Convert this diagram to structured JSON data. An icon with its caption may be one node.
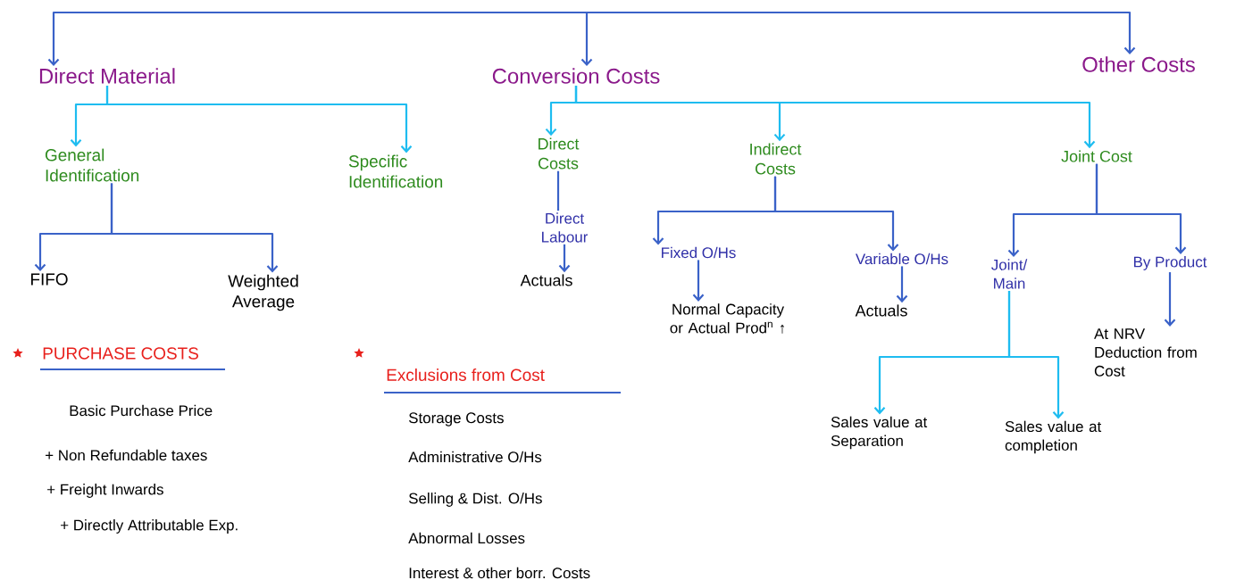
{
  "diagram": {
    "nodes": [
      {
        "text": [
          "Direct Material"
        ]
      },
      {
        "text": [
          "Conversion Costs"
        ]
      },
      {
        "text": [
          "Other Costs"
        ]
      },
      {
        "text": [
          "General Identification"
        ]
      },
      {
        "text": [
          "Specific Identification"
        ]
      },
      {
        "text": [
          "FIFO"
        ]
      },
      {
        "text": [
          "Weighted Average"
        ]
      },
      {
        "text": [
          "Direct Costs"
        ]
      },
      {
        "text": [
          "Indirect Costs"
        ]
      },
      {
        "text": [
          "Joint Cost"
        ]
      },
      {
        "text": [
          "Direct Labour"
        ]
      },
      {
        "text": [
          "Actuals"
        ]
      },
      {
        "text": [
          "Fixed O/Hs"
        ]
      },
      {
        "text": [
          "Variable O/Hs"
        ]
      },
      {
        "text": [
          "Normal Capacity or Actual Prod$^{n}$ ↑"
        ]
      },
      {
        "text": [
          "Actuals"
        ]
      },
      {
        "text": [
          "Joint/ Main"
        ]
      },
      {
        "text": [
          "By Product"
        ]
      },
      {
        "text": [
          "At NRV Deduction from Cost"
        ]
      },
      {
        "text": [
          "Sales value at Separation"
        ]
      },
      {
        "text": [
          "Sales value at completion"
        ]
      }
    ],
    "edges": [
      {
        "from": null,
        "to": 0,
        "arrow": "to"
      },
      {
        "from": null,
        "to": 1,
        "arrow": "to"
      },
      {
        "from": null,
        "to": 2,
        "arrow": "to"
      },
      {
        "from": 0,
        "to": 3,
        "arrow": "to",
        "color": "#1ebcf0"
      },
      {
        "from": 0,
        "to": 4,
        "arrow": "to",
        "color": "#1ebcf0"
      },
      {
        "from": 3,
        "to": 5,
        "arrow": "to"
      },
      {
        "from": 3,
        "to": 6,
        "arrow": "to"
      },
      {
        "from": 1,
        "to": 7,
        "arrow": "to",
        "color": "#1ebcf0"
      },
      {
        "from": 1,
        "to": 8,
        "arrow": "to",
        "color": "#1ebcf0"
      },
      {
        "from": 1,
        "to": 9,
        "arrow": "to",
        "color": "#1ebcf0"
      },
      {
        "from": 7,
        "to": 10,
        "arrow": "none"
      },
      {
        "from": 10,
        "to": 11,
        "arrow": "to"
      },
      {
        "from": 8,
        "to": 12,
        "arrow": "to"
      },
      {
        "from": 8,
        "to": 13,
        "arrow": "to"
      },
      {
        "from": 12,
        "to": 14,
        "arrow": "to"
      },
      {
        "from": 13,
        "to": 15,
        "arrow": "to"
      },
      {
        "from": 9,
        "to": 16,
        "arrow": "to"
      },
      {
        "from": 9,
        "to": 17,
        "arrow": "to"
      },
      {
        "from": 17,
        "to": 18,
        "arrow": "to"
      },
      {
        "from": 16,
        "to": 19,
        "arrow": "to",
        "color": "#1ebcf0"
      },
      {
        "from": 16,
        "to": 20,
        "arrow": "to",
        "color": "#1ebcf0"
      }
    ],
    "labels": [
      "PURCHASE COSTS",
      "Basic Purchase Price",
      "+ Non Refundable taxes",
      "+ Freight Inwards",
      "+ Directly Attributable Exp.",
      "Exclusions from Cost",
      "Storage Costs",
      "Administrative O/Hs",
      "Selling & Dist. O/Hs",
      "Abnormal Losses",
      "Interest & other borr. Costs"
    ]
  }
}
